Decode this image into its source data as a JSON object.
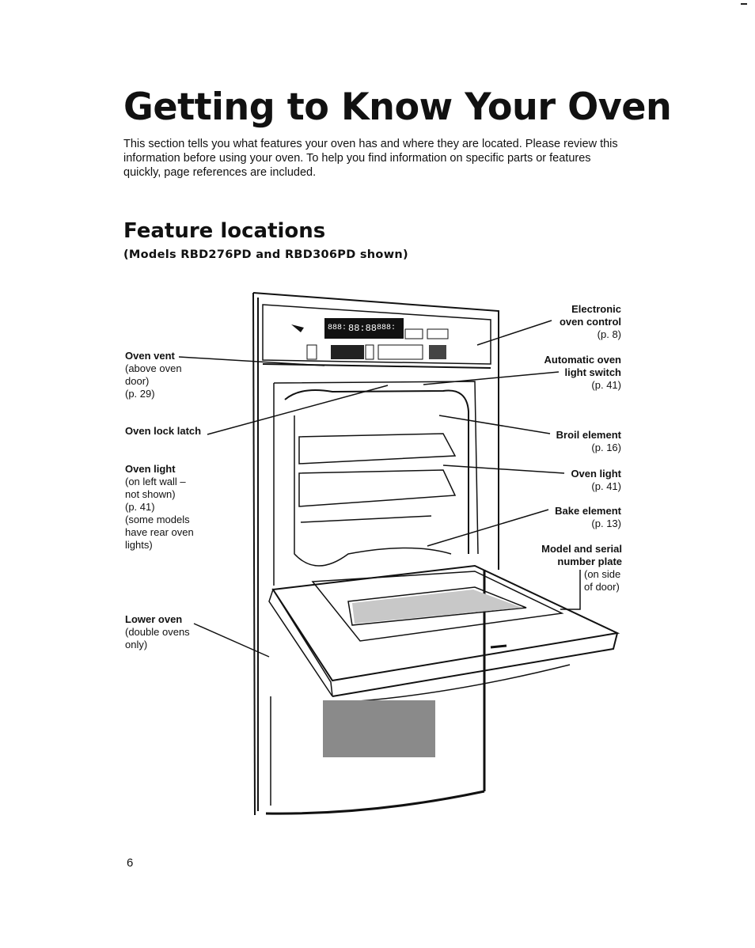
{
  "title": "Getting to Know Your Oven",
  "intro": "This section tells you what features your oven has and where they are located. Please review this information before using your oven. To help you find information on specific parts or features quickly, page references are included.",
  "section": {
    "title": "Feature locations",
    "subtitle": "(Models RBD276PD and RBD306PD shown)"
  },
  "callouts": {
    "oven_vent": {
      "name": "Oven vent",
      "detail": [
        "(above oven",
        "door)",
        "(p. 29)"
      ]
    },
    "oven_lock_latch": {
      "name": "Oven lock latch"
    },
    "oven_light_left": {
      "name": "Oven light",
      "detail": [
        "(on left wall –",
        "not shown)",
        "(p. 41)",
        "(some models",
        "have rear oven",
        "lights)"
      ]
    },
    "lower_oven": {
      "name": "Lower oven",
      "detail": [
        "(double ovens",
        "only)"
      ]
    },
    "electronic_control": {
      "name": [
        "Electronic",
        "oven control"
      ],
      "detail": [
        "(p. 8)"
      ]
    },
    "light_switch": {
      "name": [
        "Automatic oven",
        "light switch"
      ],
      "detail": [
        "(p. 41)"
      ]
    },
    "broil_element": {
      "name": "Broil element",
      "detail": [
        "(p. 16)"
      ]
    },
    "oven_light_right": {
      "name": "Oven light",
      "detail": [
        "(p. 41)"
      ]
    },
    "bake_element": {
      "name": "Bake element",
      "detail": [
        "(p. 13)"
      ]
    },
    "serial_plate": {
      "name": [
        "Model and serial",
        "number plate"
      ],
      "detail": [
        "(on side",
        "of door)"
      ]
    }
  },
  "control_panel": {
    "displays": [
      "888:",
      "88:88",
      "888:"
    ]
  },
  "page_number": "6"
}
